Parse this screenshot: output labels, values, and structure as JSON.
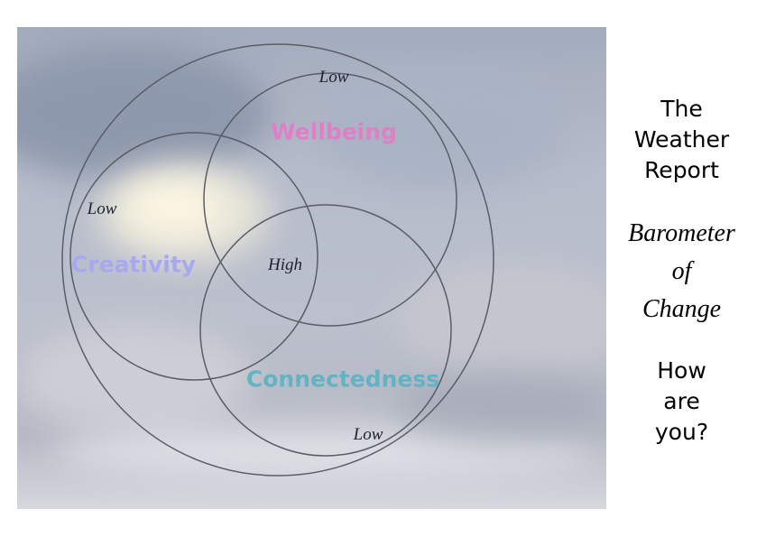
{
  "diagram": {
    "categories": [
      {
        "id": "wellbeing",
        "label": "Wellbeing",
        "color": "#e07ec6"
      },
      {
        "id": "creativity",
        "label": "Creativity",
        "color": "#a9a8ef"
      },
      {
        "id": "connectedness",
        "label": "Connectedness",
        "color": "#63b3c2"
      }
    ],
    "markers": {
      "top_low": "Low",
      "left_low": "Low",
      "bottom_low": "Low",
      "center_high": "High"
    },
    "circle_color": "#5a5d68"
  },
  "sidebar": {
    "title_lines": [
      "The",
      "Weather",
      "Report"
    ],
    "subtitle_lines": [
      "Barometer",
      "of",
      "Change"
    ],
    "question_lines": [
      "How",
      "are",
      "you?"
    ]
  }
}
